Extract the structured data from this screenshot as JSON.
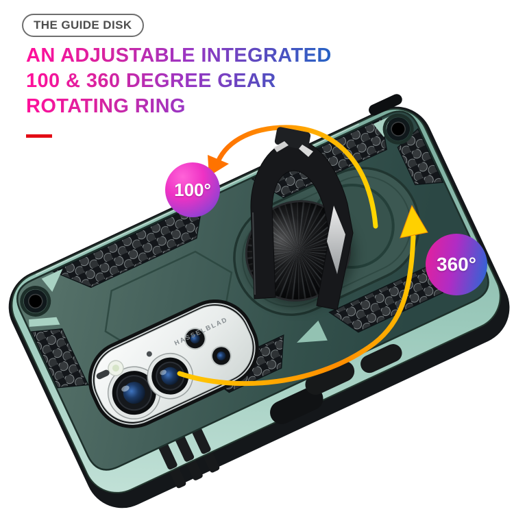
{
  "badge": {
    "label": "THE GUIDE DISK"
  },
  "heading": {
    "line1": "AN ADJUSTABLE INTEGRATED",
    "line2": "100 & 360 DEGREE GEAR",
    "line3": "ROTATING RING"
  },
  "callouts": {
    "angle_small": "100°",
    "angle_large": "360°"
  },
  "product": {
    "camera_brand": "HASSELBLAD"
  },
  "colors": {
    "heading_gradient_start": "#ff0f9b",
    "heading_gradient_mid": "#9b36c3",
    "heading_gradient_end": "#2563c4",
    "accent_red": "#e30d16",
    "arrow_yellow": "#ffd400",
    "arrow_orange": "#ff7300",
    "case_back_green": "#43605a",
    "case_bumper_teal": "#9ccabc",
    "badge_pink": "#e0219f",
    "badge_blue": "#2e66d6"
  }
}
